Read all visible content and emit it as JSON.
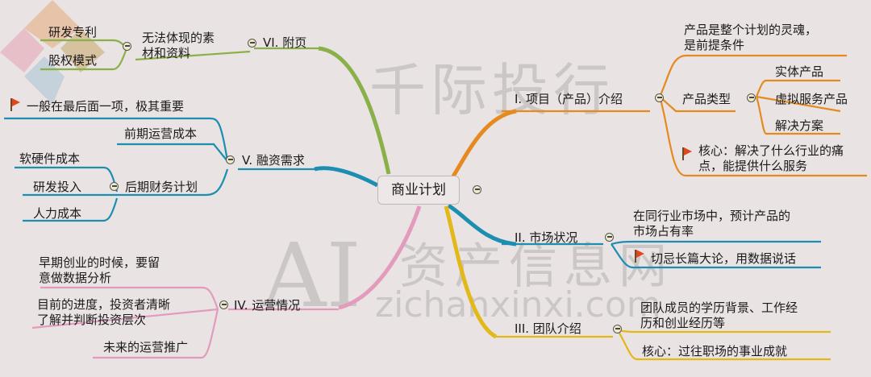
{
  "diagram": {
    "root": "商业计划",
    "branches": {
      "product": {
        "label": "I. 项目（产品）介绍",
        "color": "#e58a1f",
        "items": {
          "soul": "产品是整个计划的灵魂，\n是前提条件",
          "types": {
            "label": "产品类型",
            "items": [
              "实体产品",
              "虚拟服务产品",
              "解决方案"
            ]
          },
          "core": "核心：解决了什么行业的痛\n点，能提供什么服务"
        }
      },
      "market": {
        "label": "II. 市场状况",
        "color": "#1c8fb0",
        "items": {
          "share": "在同行业市场中，预计产品的\n市场占有率",
          "data": "切忌长篇大论，用数据说话"
        }
      },
      "team": {
        "label": "III. 团队介绍",
        "color": "#e3b81a",
        "items": {
          "background": "团队成员的学历背景、工作经\n历和创业经历等",
          "core": "核心：过往职场的事业成就"
        }
      },
      "operations": {
        "label": "IV. 运营情况",
        "color": "#e39bbd",
        "items": {
          "early": "早期创业的时候，要留\n意做数据分析",
          "progress": "目前的进度，投资者清晰\n了解并判断投资层次",
          "future": "未来的运营推广"
        }
      },
      "funding": {
        "label": "V. 融资需求",
        "color": "#1c8fb0",
        "items": {
          "important": "一般在最后面一项，极其重要",
          "early_cost": "前期运营成本",
          "later": {
            "label": "后期财务计划",
            "items": [
              "软硬件成本",
              "研发投入",
              "人力成本"
            ]
          }
        }
      },
      "appendix": {
        "label": "VI. 附页",
        "color": "#8ab04a",
        "items": {
          "material": {
            "label": "无法体现的素\n材和资料",
            "items": [
              "研发专利",
              "股权模式"
            ]
          }
        }
      }
    }
  },
  "watermark": {
    "brand": "千际投行",
    "ai": "AI",
    "site_cn": "资产信息网",
    "site_url": "zichanxinxi.com"
  }
}
